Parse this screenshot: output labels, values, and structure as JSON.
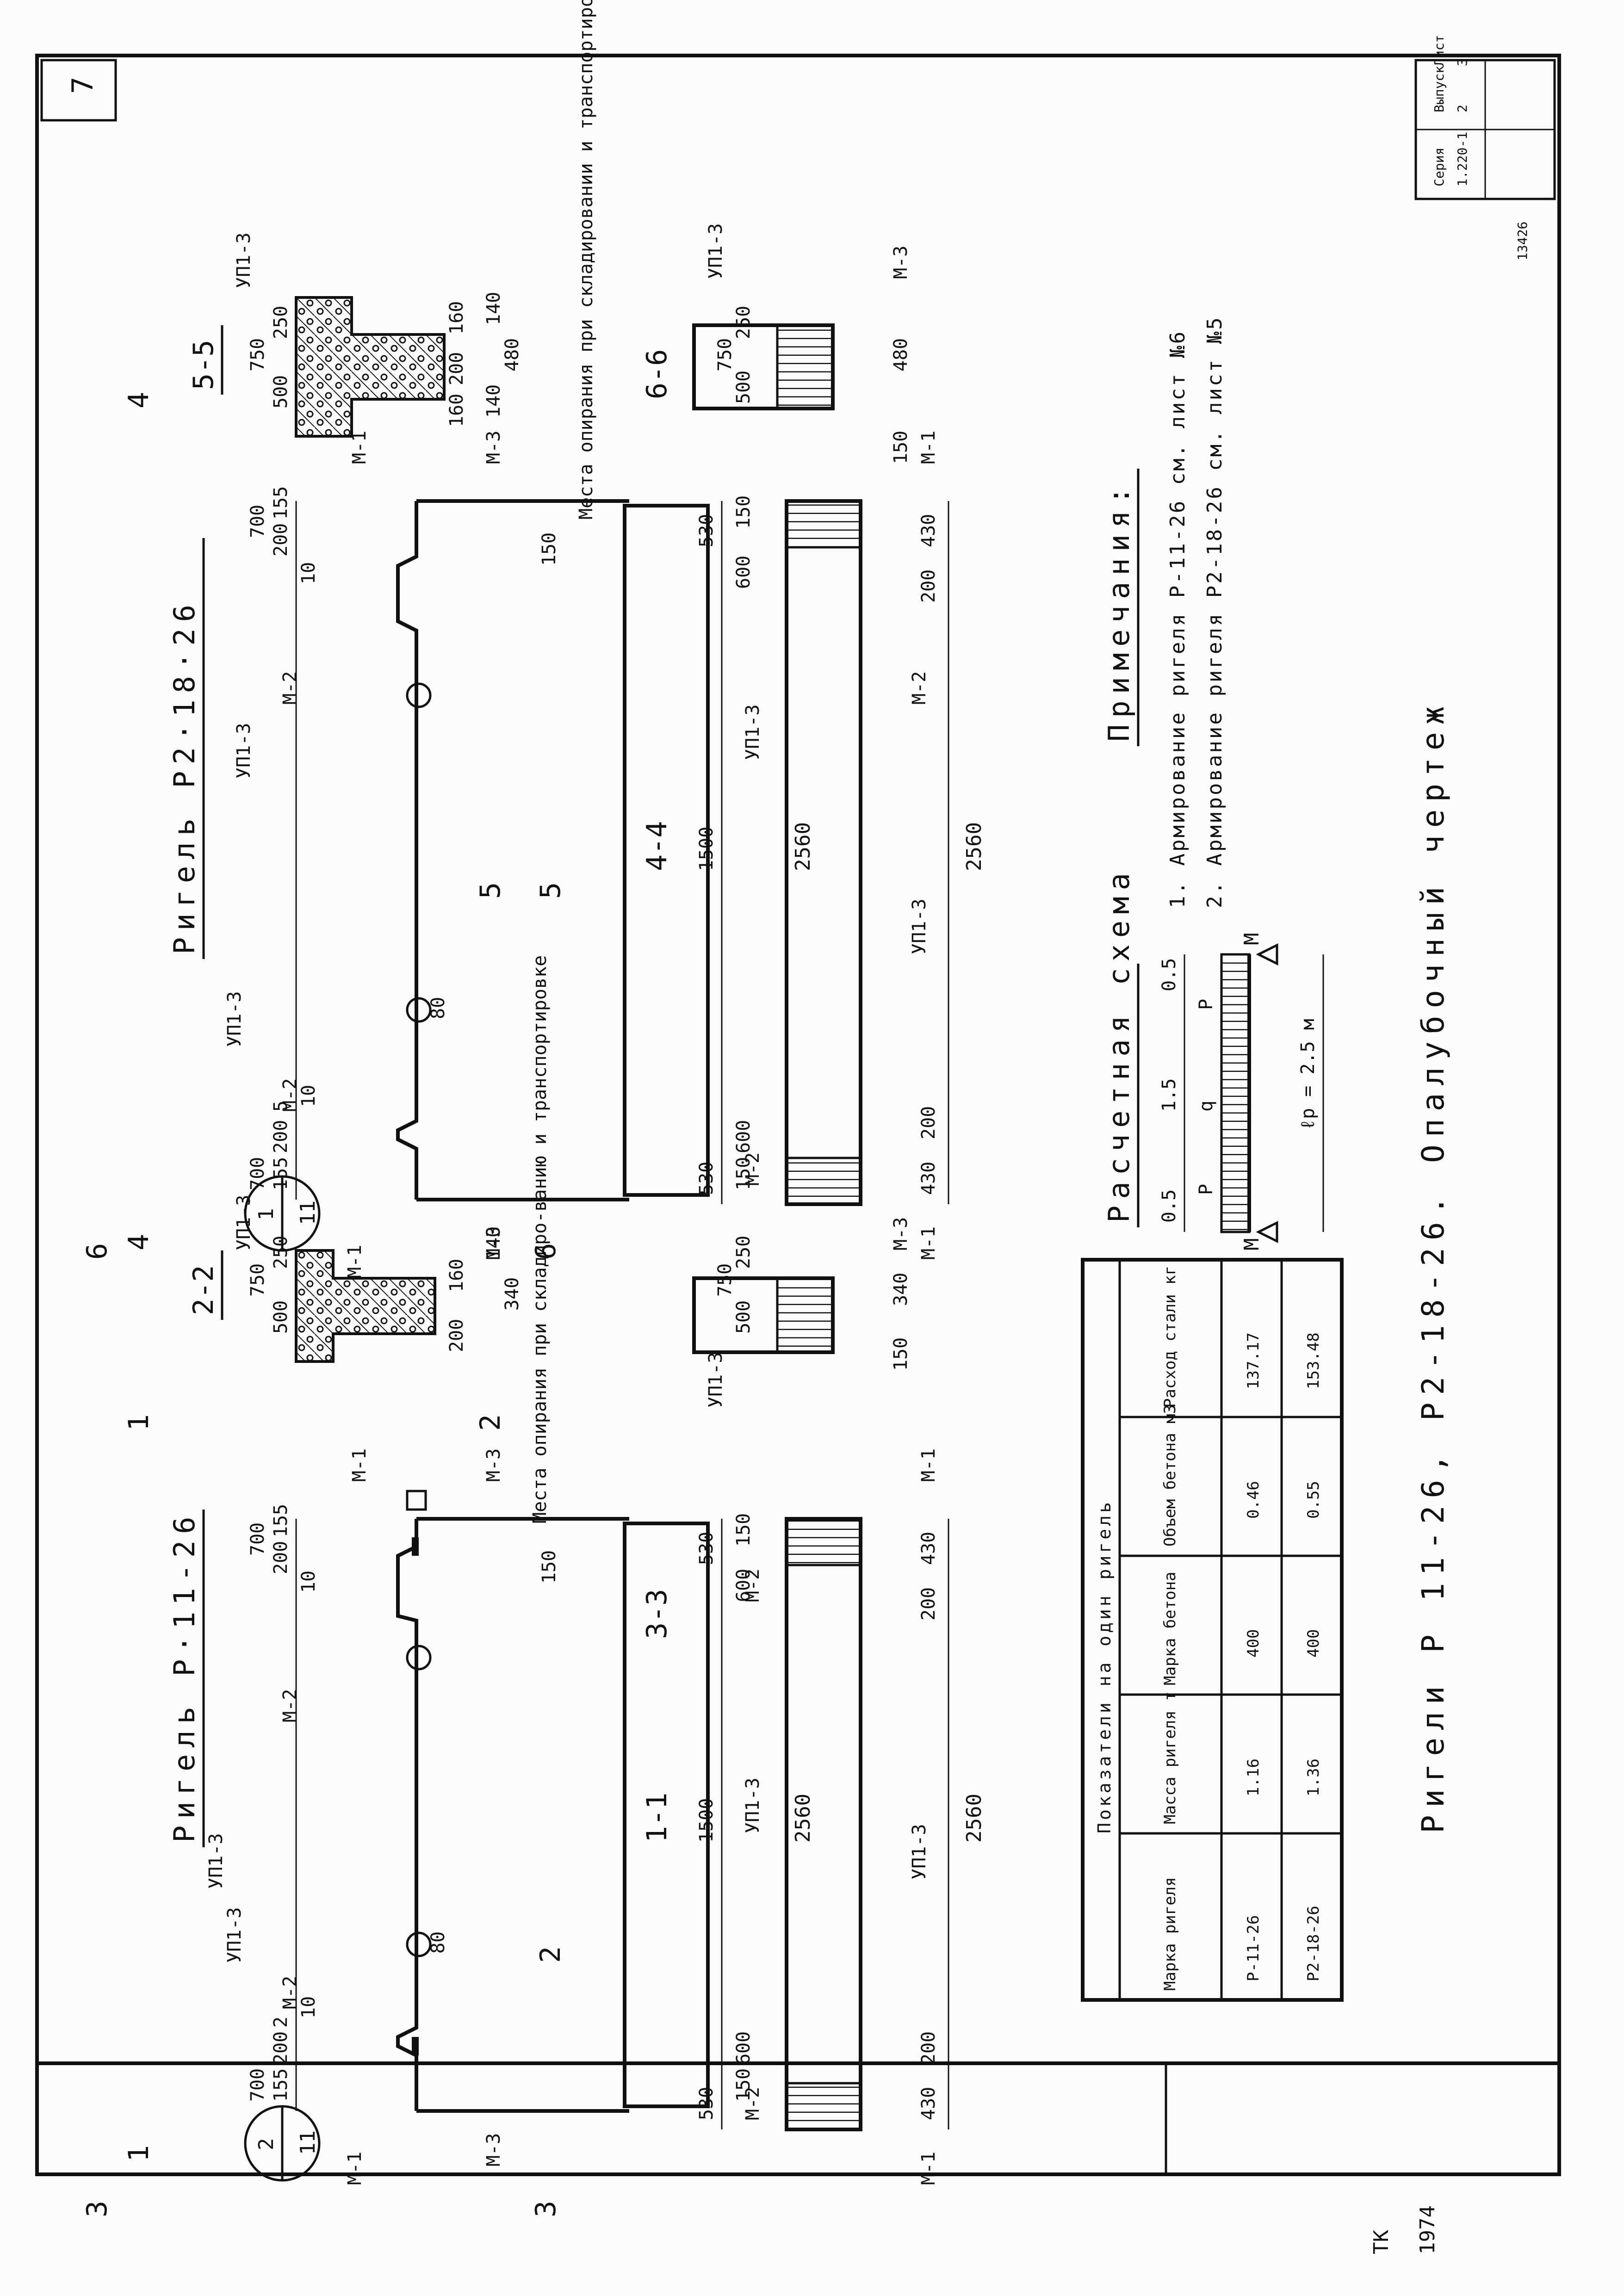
{
  "sheet_number": "7",
  "title_block": {
    "series_label": "Серия",
    "series_value": "1.220-1",
    "issue_label": "Выпуск",
    "issue_value": "2",
    "sheet_label": "Лист",
    "sheet_value": "3",
    "org": "ТК",
    "year": "1974",
    "drawing_title": "Ригели Р 11-26, Р2-18-26. Опалубочный чертеж",
    "archive_no": "13426"
  },
  "beam1": {
    "title": "Ригель Р·11-26",
    "dims": [
      "700",
      "155",
      "200",
      "2",
      "10",
      "80",
      "150",
      "600",
      "2560",
      "700",
      "200",
      "155",
      "10",
      "150",
      "600",
      "150"
    ],
    "labels": [
      "М-1",
      "М-2",
      "УП1-3",
      "УП1-3",
      "М-2",
      "М-3",
      "М-1",
      "М-3"
    ],
    "section_marks": [
      "3",
      "1",
      "3",
      "2",
      "1",
      "2"
    ],
    "callout": {
      "top": "2",
      "bottom": "11"
    },
    "note": "Места опирания при складиро-ванию и транспортировке"
  },
  "beam2": {
    "title": "Ригель Р2·18·26",
    "dims": [
      "700",
      "155",
      "200",
      "5",
      "10",
      "80",
      "150",
      "600",
      "2560",
      "700",
      "200",
      "155",
      "10",
      "150",
      "600",
      "150"
    ],
    "labels": [
      "М-1",
      "М-2",
      "УП1-3",
      "УП1-3",
      "М-2",
      "М-3",
      "М-1",
      "М-3"
    ],
    "section_marks": [
      "6",
      "4",
      "6",
      "5",
      "4",
      "5"
    ],
    "callout": {
      "top": "1",
      "bottom": "11"
    },
    "note": "Места опирания при складировании и транспортировке"
  },
  "plan1": {
    "title": "1-1",
    "dims": [
      "530",
      "1500",
      "530",
      "430",
      "200",
      "2560",
      "200",
      "430"
    ],
    "labels": [
      "М-2",
      "М-1",
      "УП1-3",
      "УП1-3",
      "М-2",
      "М-1"
    ]
  },
  "plan2": {
    "title": "4-4",
    "dims": [
      "530",
      "1500",
      "530",
      "430",
      "200",
      "2560",
      "200",
      "430"
    ],
    "labels": [
      "М-1",
      "М-2",
      "УП1-3",
      "УП1-3",
      "М-2",
      "М-1"
    ]
  },
  "sections": {
    "s22": {
      "title": "2-2",
      "dims": [
        "750",
        "500",
        "250",
        "200",
        "160",
        "140",
        "340"
      ],
      "label": "УП1-3"
    },
    "s33": {
      "title": "3-3",
      "dims": [
        "750",
        "500",
        "250",
        "340",
        "150"
      ],
      "labels": [
        "УП1-3",
        "М-3"
      ]
    },
    "s55": {
      "title": "5-5",
      "dims": [
        "750",
        "500",
        "250",
        "160",
        "200",
        "160",
        "140",
        "140",
        "480"
      ],
      "label": "УП1-3"
    },
    "s66": {
      "title": "6-6",
      "dims": [
        "750",
        "500",
        "250",
        "480",
        "150"
      ],
      "labels": [
        "УП1-3",
        "М-3"
      ]
    }
  },
  "table": {
    "title": "Показатели на один ригель",
    "headers": [
      "Марка ригеля",
      "Масса ригеля т",
      "Марка бетона",
      "Объем бетона м3",
      "Расход стали кг"
    ],
    "rows": [
      [
        "Р-11-26",
        "1.16",
        "400",
        "0.46",
        "137.17"
      ],
      [
        "Р2-18-26",
        "1.36",
        "400",
        "0.55",
        "153.48"
      ]
    ]
  },
  "scheme": {
    "title": "Расчетная схема",
    "dims": [
      "0.5",
      "1.5",
      "0.5"
    ],
    "labels": [
      "M",
      "M",
      "P",
      "P",
      "q"
    ],
    "span": "ℓр = 2.5 м"
  },
  "notes": {
    "title": "Примечания:",
    "items": [
      "1. Армирование ригеля Р-11-26 см. лист №6",
      "2. Армирование ригеля Р2-18-26 см. лист №5"
    ]
  }
}
